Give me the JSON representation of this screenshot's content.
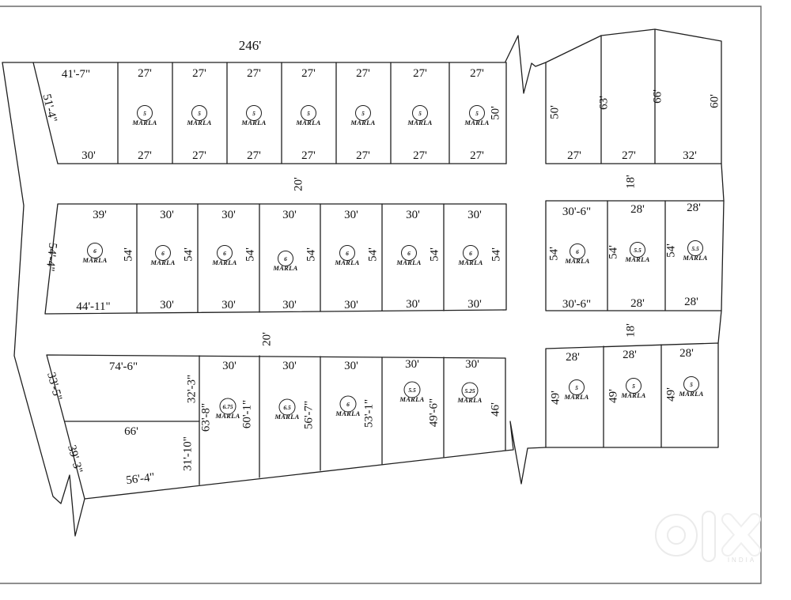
{
  "canvas": {
    "title_dim": "246'"
  },
  "marla_unit": "MARLA",
  "roads": {
    "road1_left": "20'",
    "road1_right": "18'",
    "road2_left": "20'",
    "road2_right": "18'"
  },
  "row1": {
    "plot1": {
      "top": "41'-7\"",
      "side": "51'-4\"",
      "bottom": "30'"
    },
    "plots": [
      {
        "top": "27'",
        "bottom": "27'",
        "marla": "5"
      },
      {
        "top": "27'",
        "bottom": "27'",
        "marla": "5"
      },
      {
        "top": "27'",
        "bottom": "27'",
        "marla": "5"
      },
      {
        "top": "27'",
        "bottom": "27'",
        "marla": "5"
      },
      {
        "top": "27'",
        "bottom": "27'",
        "marla": "5"
      },
      {
        "top": "27'",
        "bottom": "27'",
        "marla": "5"
      },
      {
        "top": "27'",
        "bottom": "27'",
        "marla": "5"
      }
    ],
    "last_plot_side": "50'",
    "right_block": {
      "side1": "50'",
      "side2": "63'",
      "side3": "66'",
      "side4": "60'",
      "bottoms": [
        "27'",
        "27'",
        "32'"
      ]
    }
  },
  "row2": {
    "plot1": {
      "top": "39'",
      "side": "54'-4\"",
      "bottom": "44'-11\"",
      "right": "54'",
      "marla": "6"
    },
    "plots": [
      {
        "top": "30'",
        "bottom": "30'",
        "right": "54'",
        "marla": "6"
      },
      {
        "top": "30'",
        "bottom": "30'",
        "right": "54'",
        "marla": "6"
      },
      {
        "top": "30'",
        "bottom": "30'",
        "right": "54'",
        "marla": "6"
      },
      {
        "top": "30'",
        "bottom": "30'",
        "right": "54'",
        "marla": "6"
      },
      {
        "top": "30'",
        "bottom": "30'",
        "right": "54'",
        "marla": "6"
      },
      {
        "top": "30'",
        "bottom": "30'",
        "right": "54'",
        "marla": "6"
      }
    ],
    "right_block": {
      "plots": [
        {
          "top": "30'-6\"",
          "bottom": "30'-6\"",
          "left": "54'",
          "marla": "6"
        },
        {
          "top": "28'",
          "bottom": "28'",
          "left": "54'",
          "marla": "5.5"
        },
        {
          "top": "28'",
          "bottom": "28'",
          "left": "54'",
          "marla": "5.5"
        }
      ]
    }
  },
  "row3": {
    "big_upper": {
      "top": "74'-6\"",
      "side": "33'-5\"",
      "right": "32'-3\""
    },
    "big_lower": {
      "top": "66'",
      "side": "39'-3\"",
      "right": "31'-10\"",
      "bottom": "56'-4\""
    },
    "plots": [
      {
        "top": "30'",
        "left": "63'-8\"",
        "marla": "6.75",
        "right": "60'-1\""
      },
      {
        "top": "30'",
        "marla": "6.5",
        "right": "56'-7\""
      },
      {
        "top": "30'",
        "marla": "6",
        "right": "53'-1\""
      },
      {
        "top": "30'",
        "marla": "5.5",
        "right": "49'-6\""
      },
      {
        "top": "30'",
        "marla": "5.25",
        "right": "46'"
      }
    ],
    "right_block": {
      "plots": [
        {
          "top": "28'",
          "left": "49'",
          "marla": "5"
        },
        {
          "top": "28'",
          "left": "49'",
          "marla": "5"
        },
        {
          "top": "28'",
          "left": "49'",
          "marla": "5"
        }
      ]
    }
  },
  "watermark": {
    "country": "INDIA"
  }
}
